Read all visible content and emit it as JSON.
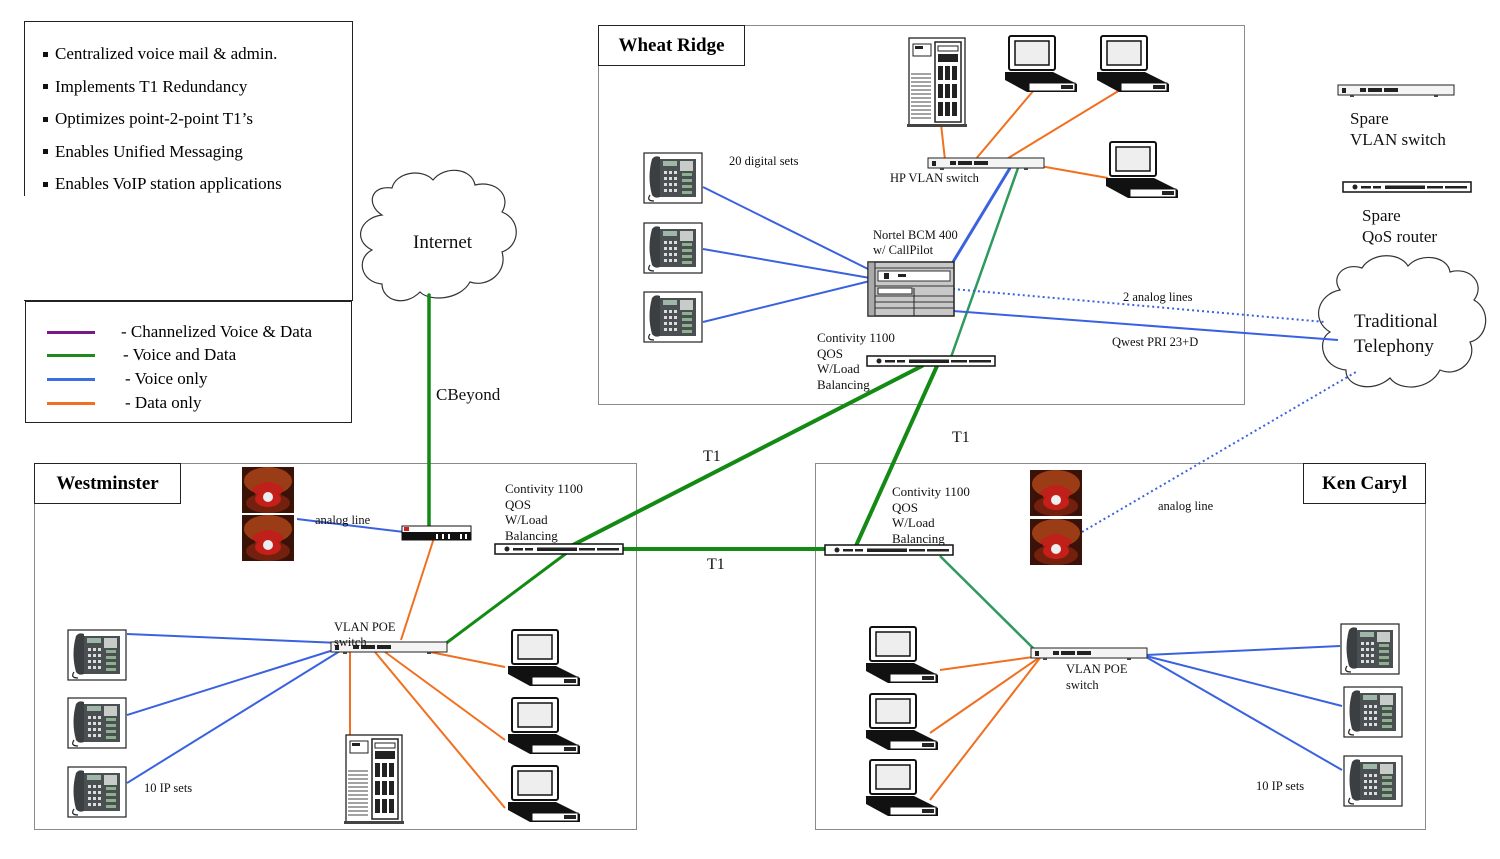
{
  "summary_box": {
    "bullets": [
      "Centralized voice mail & admin.",
      "Implements T1 Redundancy",
      "Optimizes point-2-point T1’s",
      "Enables Unified Messaging",
      "Enables VoIP station applications"
    ]
  },
  "legend": {
    "items": [
      {
        "label": "- Channelized Voice & Data",
        "color": "#7a1a86"
      },
      {
        "label": "- Voice and Data",
        "color": "#1e8a1e"
      },
      {
        "label": "- Voice only",
        "color": "#3a6fe0"
      },
      {
        "label": "- Data  only",
        "color": "#f07020"
      }
    ]
  },
  "colors": {
    "voice_data": "#138a13",
    "voice_data_light": "#2e9a5e",
    "voice_only": "#3a62e0",
    "data_only": "#f07020",
    "region_border": "#8a8a8a"
  },
  "clouds": {
    "internet": "Internet",
    "telephony_line1": "Traditional",
    "telephony_line2": "Telephony"
  },
  "links": {
    "cbeyond": "CBeyond",
    "t1_upper": "T1",
    "t1_lower": "T1",
    "t1_right": "T1",
    "two_analog": "2 analog lines",
    "qwest_pri": "Qwest PRI 23+D"
  },
  "spares": {
    "vlan_line1": "Spare",
    "vlan_line2": "VLAN switch",
    "qos_line1": "Spare",
    "qos_line2": "QoS router"
  },
  "wheat_ridge": {
    "title": "Wheat Ridge",
    "digital_sets": "20 digital sets",
    "hp_switch": "HP VLAN switch",
    "bcm_line1": "Nortel BCM 400",
    "bcm_line2": "w/ CallPilot",
    "contivity": [
      "Contivity 1100",
      "QOS",
      "W/Load",
      "Balancing"
    ]
  },
  "westminster": {
    "title": "Westminster",
    "analog_line": "analog line",
    "contivity": [
      "Contivity 1100",
      "QOS",
      "W/Load",
      "Balancing"
    ],
    "poe_line1": "VLAN POE",
    "poe_line2": "switch",
    "ip_sets": "10 IP sets"
  },
  "ken_caryl": {
    "title": "Ken Caryl",
    "analog_line": "analog line",
    "contivity": [
      "Contivity 1100",
      "QOS",
      "W/Load",
      "Balancing"
    ],
    "poe_line1": "VLAN POE",
    "poe_line2": "switch",
    "ip_sets": "10 IP sets"
  }
}
